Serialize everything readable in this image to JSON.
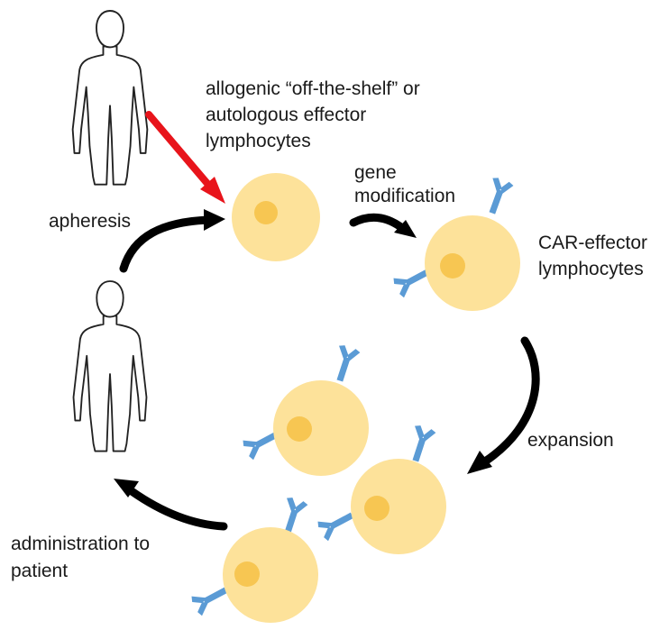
{
  "labels": {
    "source_line1": "allogenic “off-the-shelf” or",
    "source_line2": "autologous effector",
    "source_line3": "lymphocytes",
    "apheresis": "apheresis",
    "gene_mod_line1": "gene",
    "gene_mod_line2": "modification",
    "car_line1": "CAR-effector",
    "car_line2": "lymphocytes",
    "expansion": "expansion",
    "admin_line1": "administration to",
    "admin_line2": "patient"
  },
  "colors": {
    "cell_fill": "#fde29a",
    "nucleus_fill": "#f7c652",
    "receptor": "#5b9bd5",
    "donor_arrow": "#e8141b",
    "cycle_arrow": "#000000"
  },
  "icons": {
    "donor": "person-outline-icon",
    "patient": "person-outline-icon",
    "car_receptor": "y-shaped-receptor-icon"
  }
}
